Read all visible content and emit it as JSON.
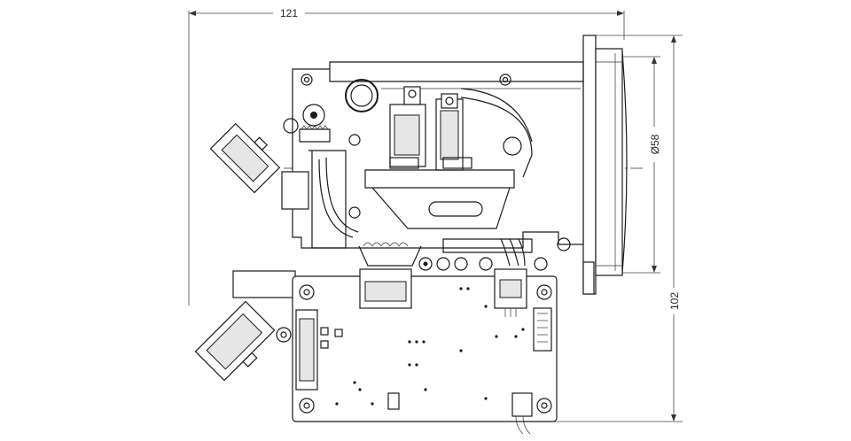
{
  "dimensions": {
    "width_label": "121",
    "height_label": "102",
    "diameter_label": "Ø58"
  },
  "colors": {
    "line": "#1a1a1a",
    "background": "#ffffff"
  }
}
